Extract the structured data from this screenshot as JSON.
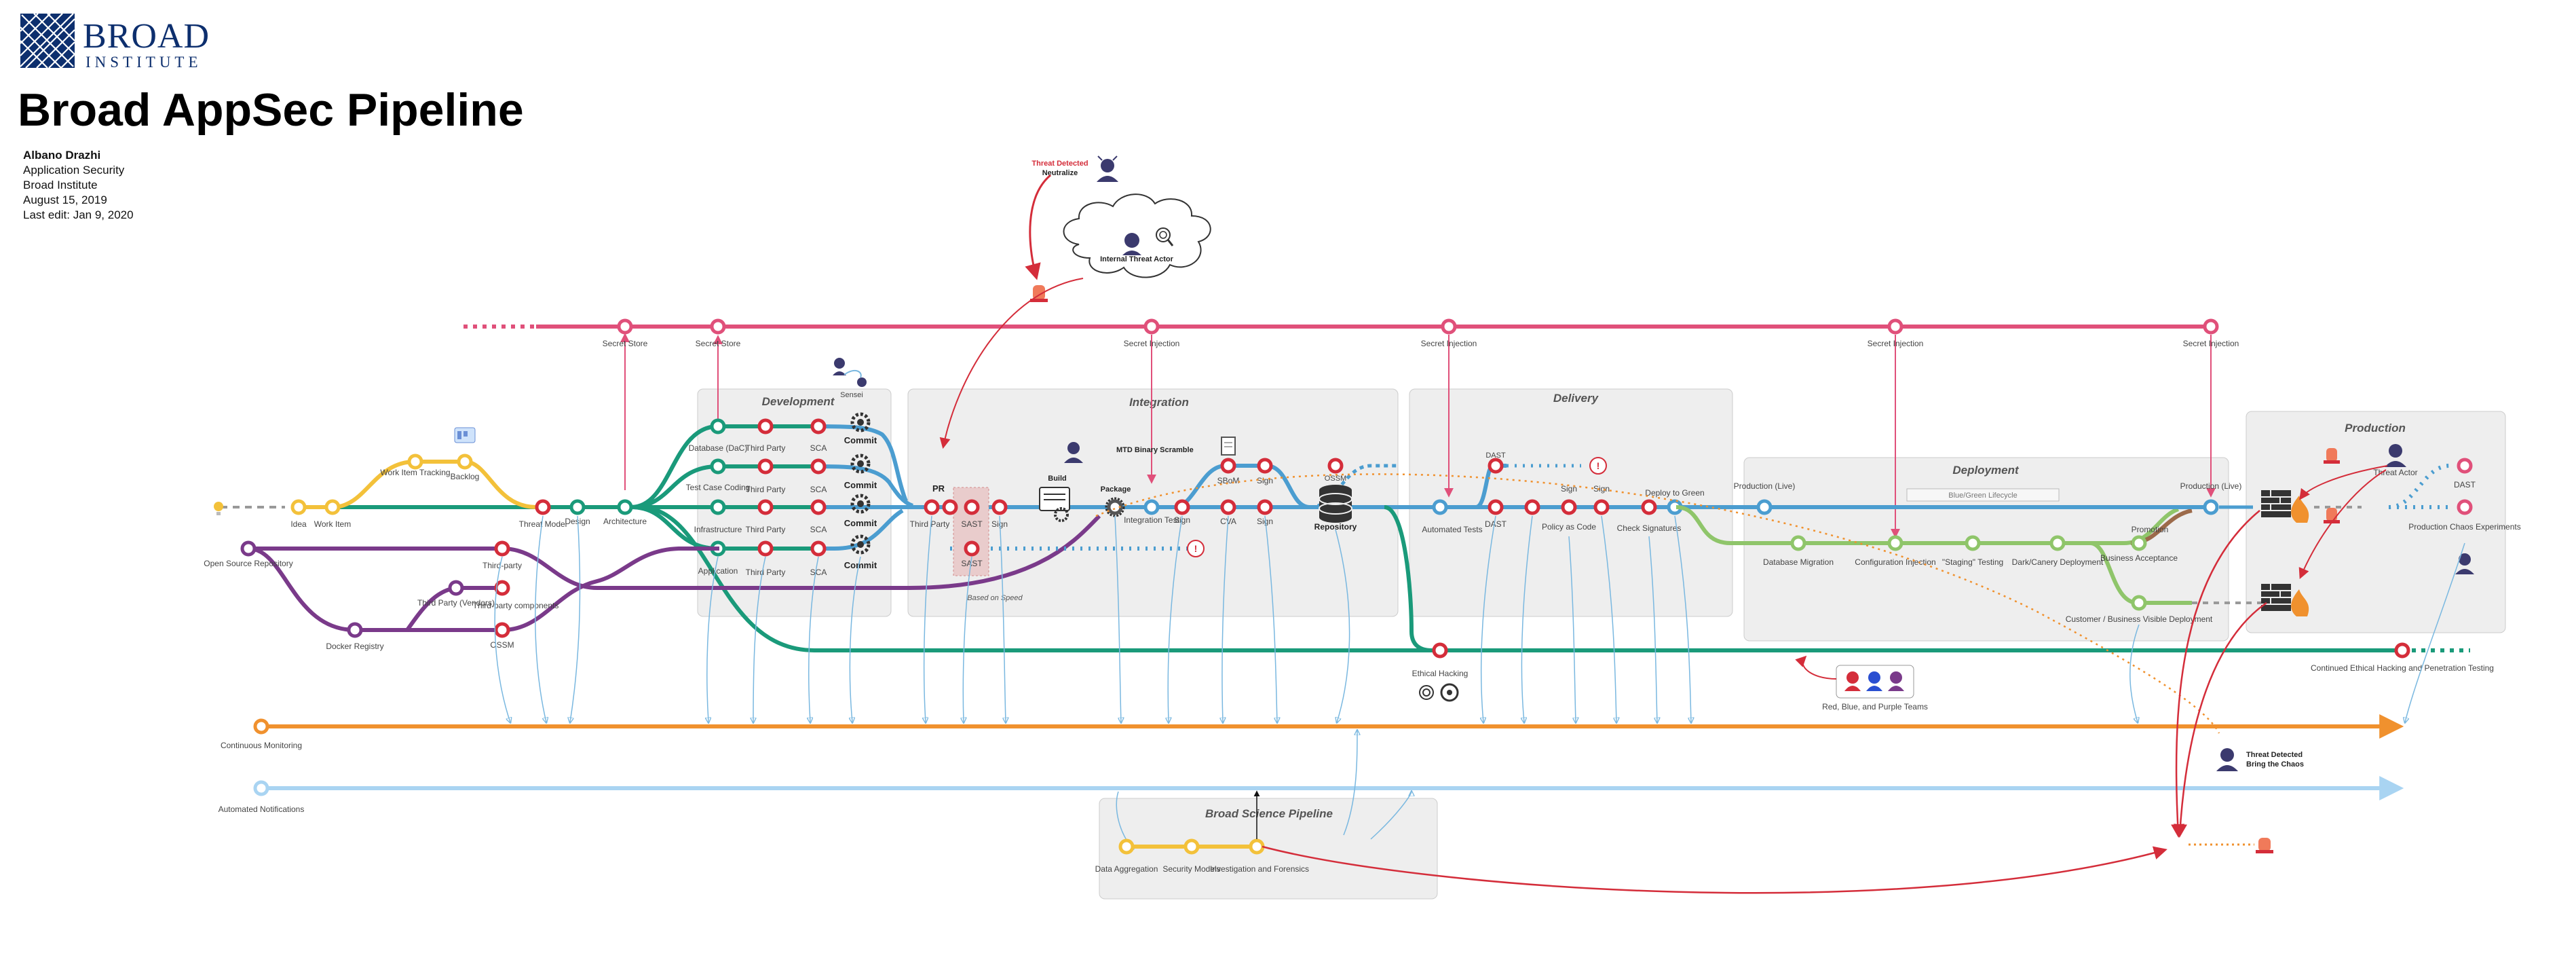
{
  "header": {
    "logo_word": "BROAD",
    "logo_sub": "INSTITUTE",
    "title": "Broad AppSec Pipeline",
    "author_lines": [
      "Albano Drazhi",
      "Application Security",
      "Broad Institute",
      "August 15, 2019",
      "Last edit: Jan 9, 2020"
    ]
  },
  "colors": {
    "secrets": "#e0507a",
    "main": "#1a9a7a",
    "idea": "#f3c13a",
    "integration": "#4b9dd0",
    "deployment": "#8fc56a",
    "oss": "#7a3a8a",
    "monitoring": "#f0912e",
    "notifications": "#a9d4f2",
    "threat": "#d42d3a",
    "stage_box": "#eeeeee"
  },
  "stages": {
    "development": "Development",
    "integration": "Integration",
    "delivery": "Delivery",
    "deployment": "Deployment",
    "production": "Production",
    "broad_science": "Broad Science Pipeline"
  },
  "threats": {
    "top_detected": "Threat Detected",
    "top_action": "Neutralize",
    "internal_actor": "Internal Threat Actor",
    "mtd": "MTD Binary Scramble",
    "right_detected": "Threat Detected",
    "right_action": "Bring the Chaos",
    "threat_actor": "Threat Actor",
    "teams": "Red, Blue, and Purple Teams"
  },
  "secrets_line": {
    "secret_store_1": "Secret Store",
    "secret_store_2": "Secret Store",
    "secret_injection": "Secret Injection"
  },
  "pre_dev": {
    "idea": "Idea",
    "work_item": "Work Item",
    "work_item_tracking": "Work Item Tracking",
    "backlog": "Backlog",
    "threat_model": "Threat Model",
    "design": "Design",
    "architecture": "Architecture"
  },
  "oss": {
    "open_source_repository": "Open Source Repository",
    "third_party": "Third-party",
    "third_party_vendors": "Third Party (Vendors)",
    "third_party_components": "Third-party components",
    "docker_registry": "Docker Registry",
    "ossm": "OSSM"
  },
  "development": {
    "rows": [
      {
        "name": "Database (DaC)",
        "party": "Third Party",
        "sca": "SCA",
        "commit": "Commit"
      },
      {
        "name": "Test Case Coding",
        "party": "Third Party",
        "sca": "SCA",
        "commit": "Commit"
      },
      {
        "name": "Infrastructure",
        "party": "Third Party",
        "sca": "SCA",
        "commit": "Commit"
      },
      {
        "name": "Application",
        "party": "Third Party",
        "sca": "SCA",
        "commit": "Commit"
      }
    ],
    "sensei": "Sensei"
  },
  "integration": {
    "pr": "PR",
    "third_party": "Third Party",
    "sast": "SAST",
    "sast2": "SAST",
    "sign": "Sign",
    "based_on_speed": "Based on Speed",
    "build": "Build",
    "package": "Package",
    "integration_test": "Integration Test",
    "cva": "CVA",
    "sbom": "SBoM",
    "ossm": "OSSM",
    "repository": "Repository"
  },
  "delivery": {
    "automated_tests": "Automated Tests",
    "dast": "DAST",
    "sign": "Sign",
    "policy_as_code": "Policy as Code",
    "check_signatures": "Check Signatures",
    "deploy_to_green": "Deploy to Green"
  },
  "deployment": {
    "production_live": "Production (Live)",
    "blue_green": "Blue/Green Lifecycle",
    "database_migration": "Database Migration",
    "configuration_injection": "Configuration Injection",
    "staging_testing": "\"Staging\" Testing",
    "dark_canary": "Dark/Canery Deployment",
    "business_acceptance": "Business Acceptance",
    "promotion": "Promotion",
    "customer_visible": "Customer / Business Visible Deployment"
  },
  "production": {
    "production_live": "Production (Live)",
    "dast": "DAST",
    "chaos": "Production Chaos Experiments"
  },
  "bottom": {
    "ethical_hacking": "Ethical Hacking",
    "continued_ethical": "Continued Ethical Hacking and Penetration Testing",
    "continuous_monitoring": "Continuous Monitoring",
    "automated_notifications": "Automated Notifications",
    "data_aggregation": "Data Aggregation",
    "security_models": "Security Models",
    "investigation": "Investigation and Forensics"
  }
}
